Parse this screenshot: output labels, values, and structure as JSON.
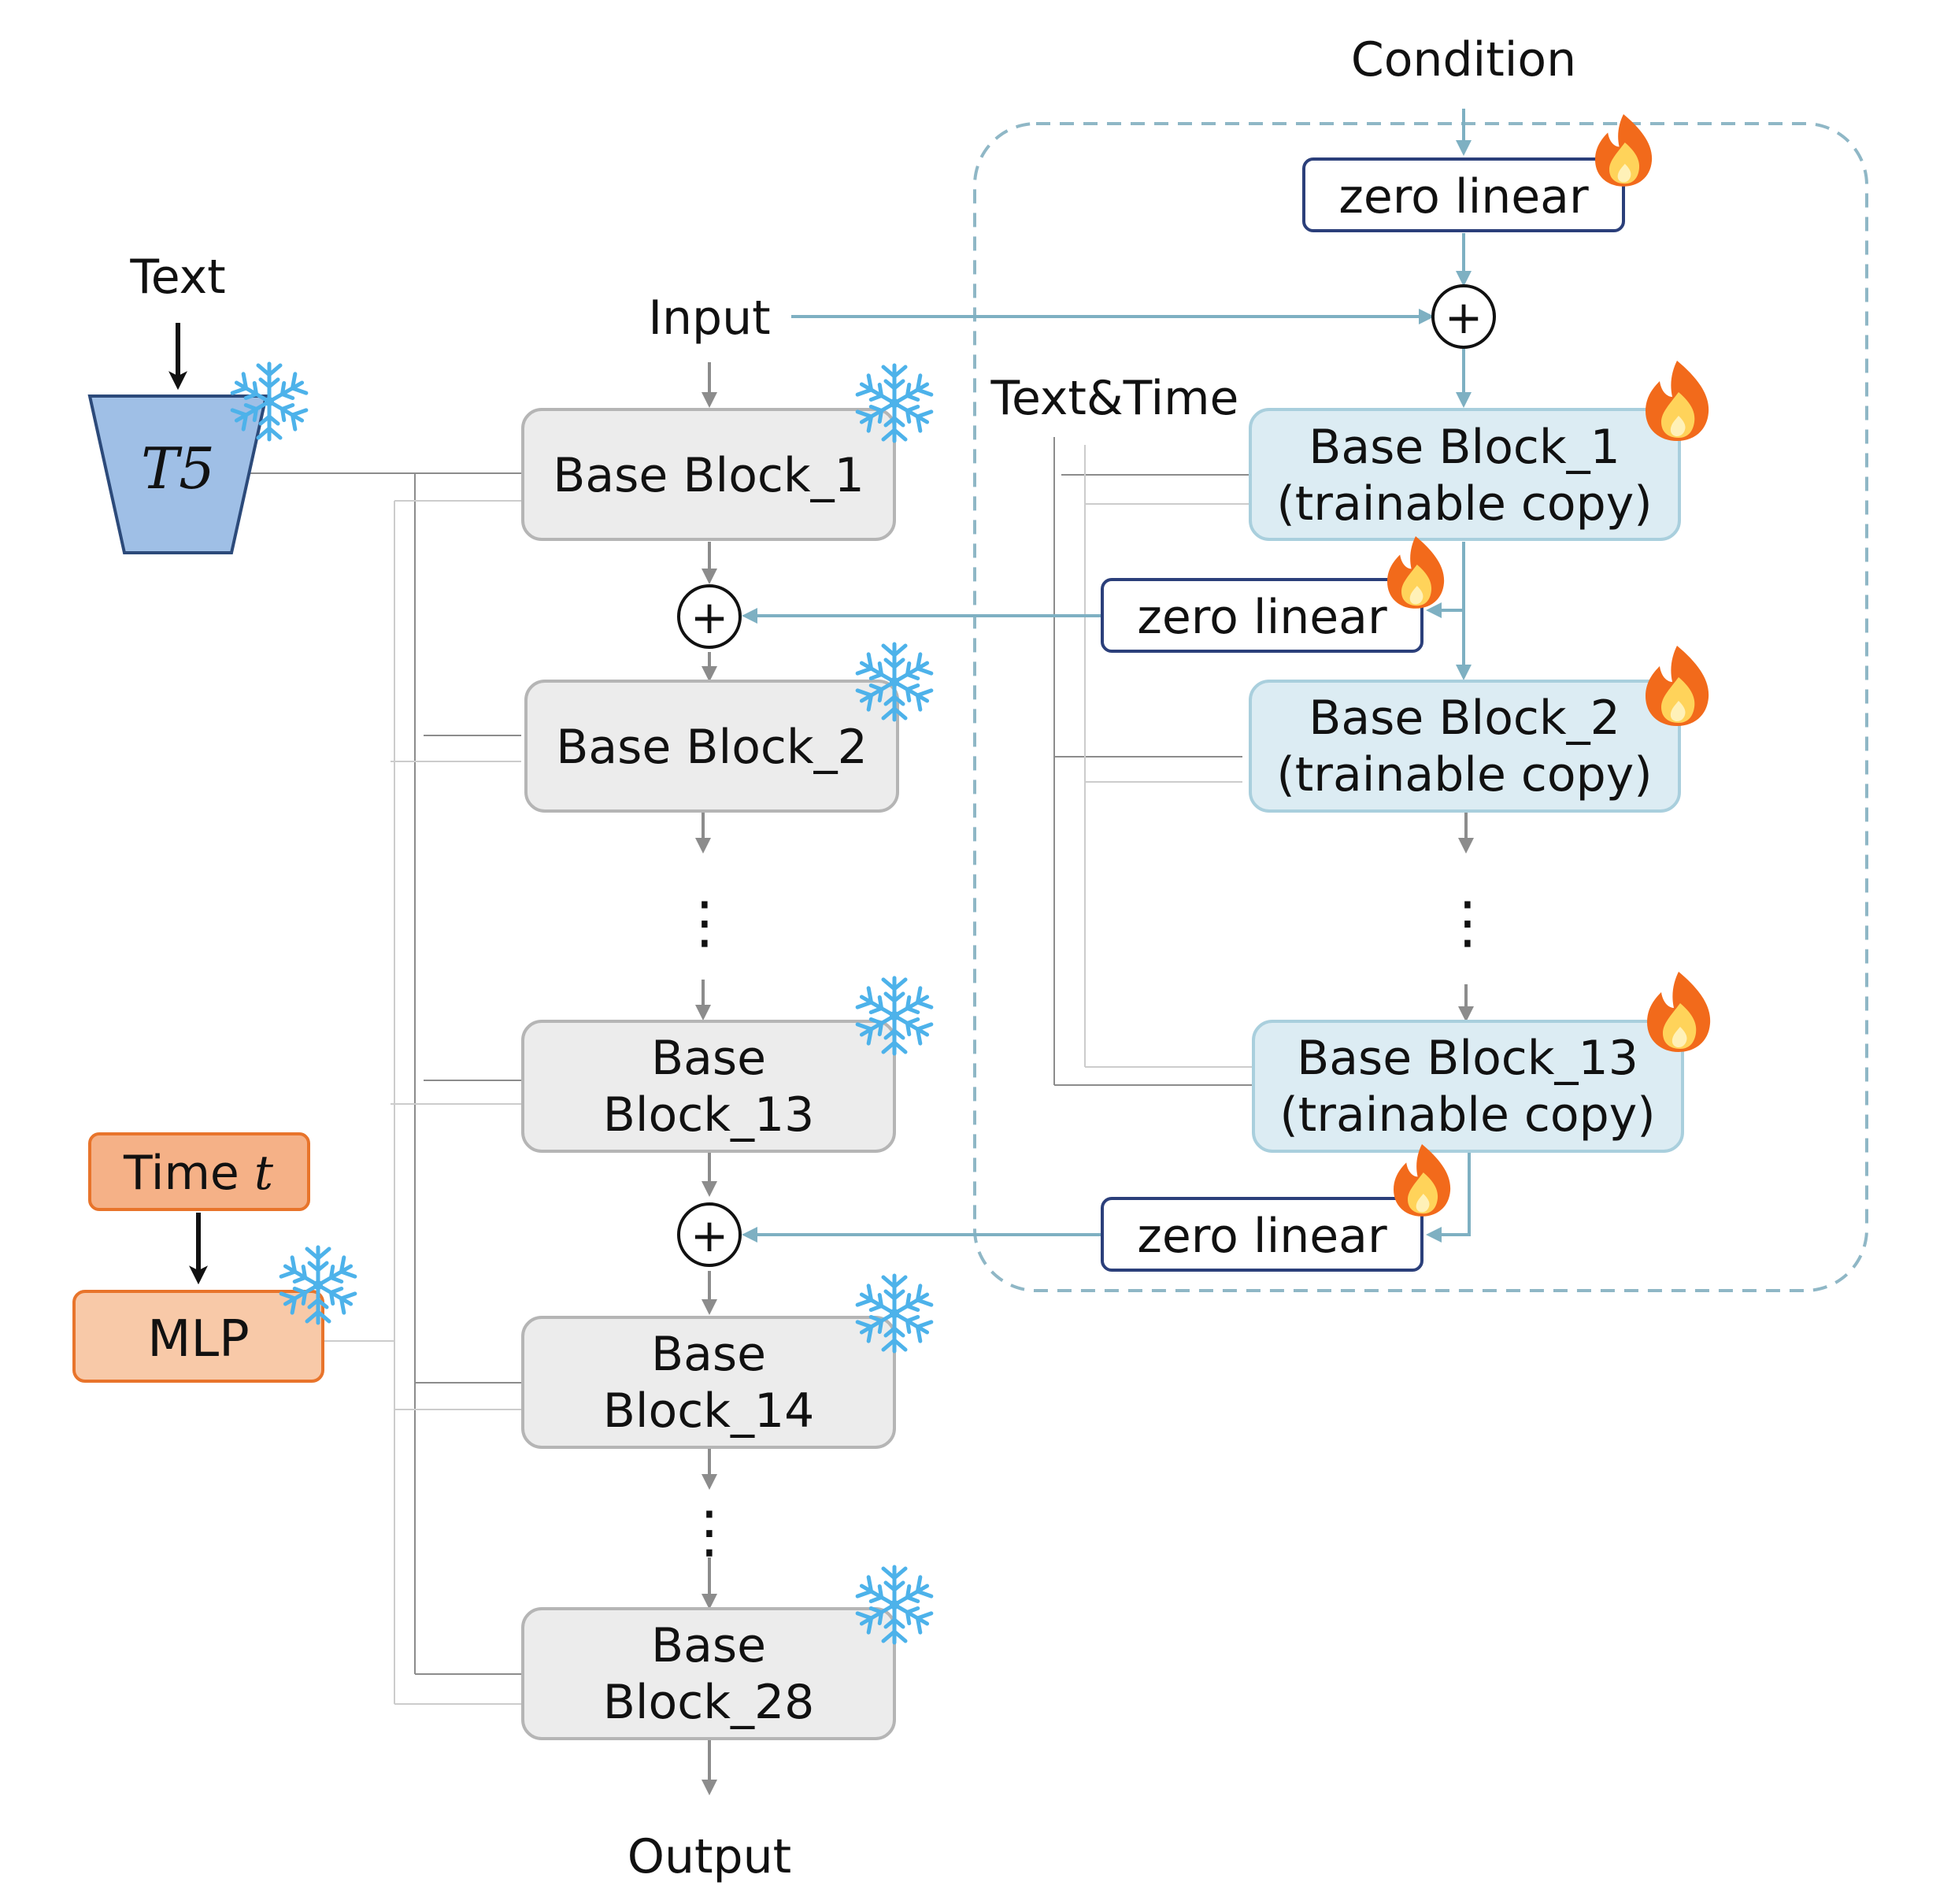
{
  "labels": {
    "text_input": "Text",
    "t5": "T5",
    "input": "Input",
    "output": "Output",
    "condition": "Condition",
    "text_time": "Text&Time",
    "time_prefix": "Time ",
    "time_var": "t",
    "mlp": "MLP",
    "plus": "+",
    "ellipsis": "⋮"
  },
  "base_blocks": [
    {
      "lines": [
        "Base Block_1"
      ]
    },
    {
      "lines": [
        "Base Block_2"
      ]
    },
    {
      "lines": [
        "Base",
        "Block_13"
      ]
    },
    {
      "lines": [
        "Base",
        "Block_14"
      ]
    },
    {
      "lines": [
        "Base",
        "Block_28"
      ]
    }
  ],
  "trainable_blocks": [
    {
      "lines": [
        "Base Block_1",
        "(trainable copy)"
      ]
    },
    {
      "lines": [
        "Base Block_2",
        "(trainable copy)"
      ]
    },
    {
      "lines": [
        "Base Block_13",
        "(trainable copy)"
      ]
    }
  ],
  "zero_linear": [
    "zero linear",
    "zero linear",
    "zero linear"
  ],
  "colors": {
    "frozen_fill": "#ececec",
    "frozen_stroke": "#b5b5b5",
    "trainable_fill": "#dcecf3",
    "trainable_stroke": "#a9cfdd",
    "zero_stroke": "#2b3f7a",
    "t5_fill": "#9fbfe6",
    "t5_stroke": "#2c4a7a",
    "time_fill": "#f5b187",
    "mlp_fill": "#f8c9a8",
    "orange_stroke": "#e8742b",
    "control_arrow": "#7eb0c2",
    "grey_arrow": "#8c8c8c",
    "snow": "#4db2ea",
    "fire_outer": "#f26a1b",
    "fire_inner": "#ffd35a"
  },
  "icons": {
    "frozen": "snowflake-icon",
    "trainable": "fire-icon"
  }
}
